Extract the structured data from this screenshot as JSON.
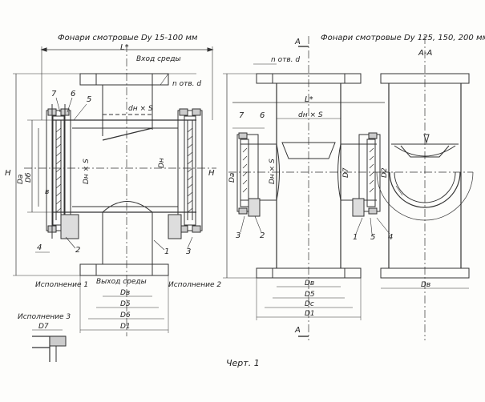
{
  "title_left": "Фонари смотровые Dу 15-100 мм",
  "title_right": "Фонари смотровые Dу 125, 150, 200 мм",
  "caption": "Черт. 1",
  "section_A": "А",
  "section_AA": "А-А",
  "inlet": "Вход среды",
  "outlet": "Выход среды",
  "exec1": "Исполнение 1",
  "exec2": "Исполнение 2",
  "exec3": "Исполнение 3",
  "n_otv": "n отв. d",
  "L": "L*",
  "H": "H",
  "dn_s": "dн × S",
  "dh_s": "Dн × S",
  "d_a": "Dа",
  "d_b": "Dб",
  "d_n": "Dн",
  "d_v": "Dв",
  "d_5": "D5",
  "d_6": "D6",
  "d_1": "D1",
  "d_7": "D7",
  "d_2": "D2",
  "d_s": "Dс",
  "b": "в",
  "labels": {
    "n1": "1",
    "n2": "2",
    "n3": "3",
    "n4": "4",
    "n5": "5",
    "n6": "6",
    "n7": "7"
  }
}
